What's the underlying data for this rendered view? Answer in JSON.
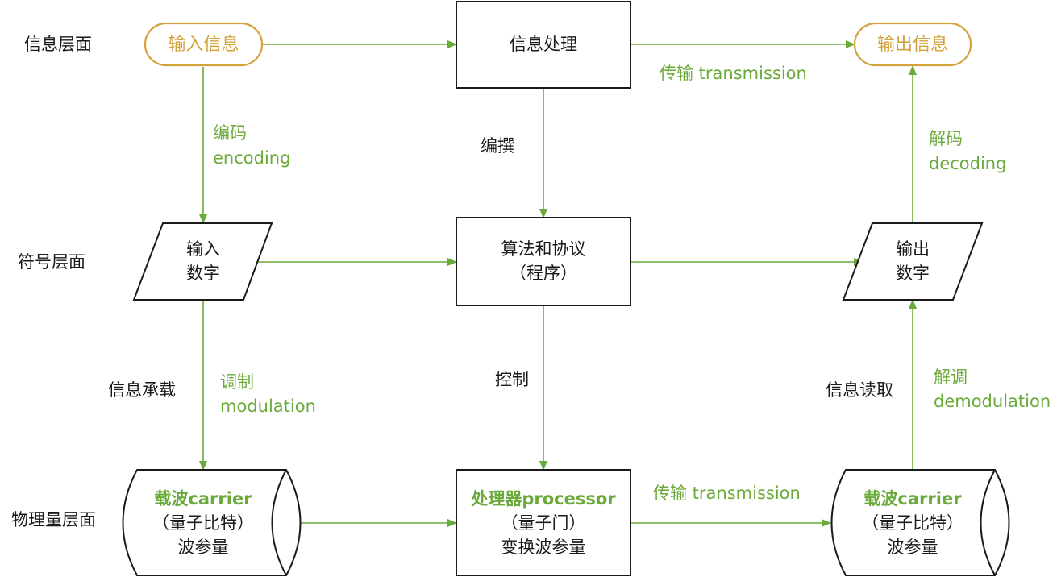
{
  "layers": {
    "information": "信息层面",
    "symbol": "符号层面",
    "physical": "物理量层面"
  },
  "nodes": {
    "input_info": "输入信息",
    "info_process": "信息处理",
    "output_info": "输出信息",
    "input_digits": [
      "输入",
      "数字"
    ],
    "algorithm": [
      "算法和协议",
      "（程序）"
    ],
    "output_digits": [
      "输出",
      "数字"
    ],
    "carrier_left": [
      "载波carrier",
      "（量子比特）",
      "波参量"
    ],
    "processor": [
      "处理器processor",
      "（量子门）",
      "变换波参量"
    ],
    "carrier_right": [
      "载波carrier",
      "（量子比特）",
      "波参量"
    ]
  },
  "edge_labels": {
    "transmission_top": "传输 transmission",
    "encoding_cn": "编码",
    "encoding_en": "encoding",
    "compose": "编撰",
    "decoding_cn": "解码",
    "decoding_en": "decoding",
    "info_bearing": "信息承载",
    "modulation_cn": "调制",
    "modulation_en": "modulation",
    "control": "控制",
    "info_read": "信息读取",
    "demodulation_cn": "解调",
    "demodulation_en": "demodulation",
    "transmission_bottom": "传输 transmission"
  },
  "colors": {
    "arrow_green": "#6aaa3a",
    "terminal_orange": "#d4a23a",
    "outline_black": "#1a1a1a"
  }
}
